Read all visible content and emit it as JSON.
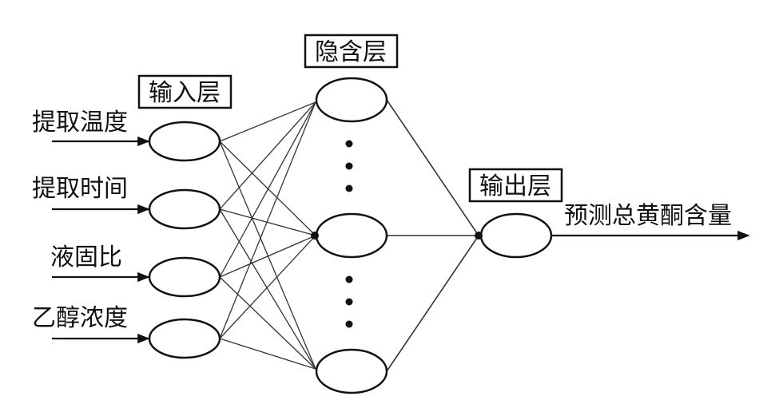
{
  "layers": {
    "input": "输入层",
    "hidden": "隐含层",
    "output": "输出层"
  },
  "inputs": [
    "提取温度",
    "提取时间",
    "液固比",
    "乙醇浓度"
  ],
  "output_label": "预测总黄酮含量",
  "colors": {
    "ink": "#111111",
    "background": "#ffffff"
  }
}
